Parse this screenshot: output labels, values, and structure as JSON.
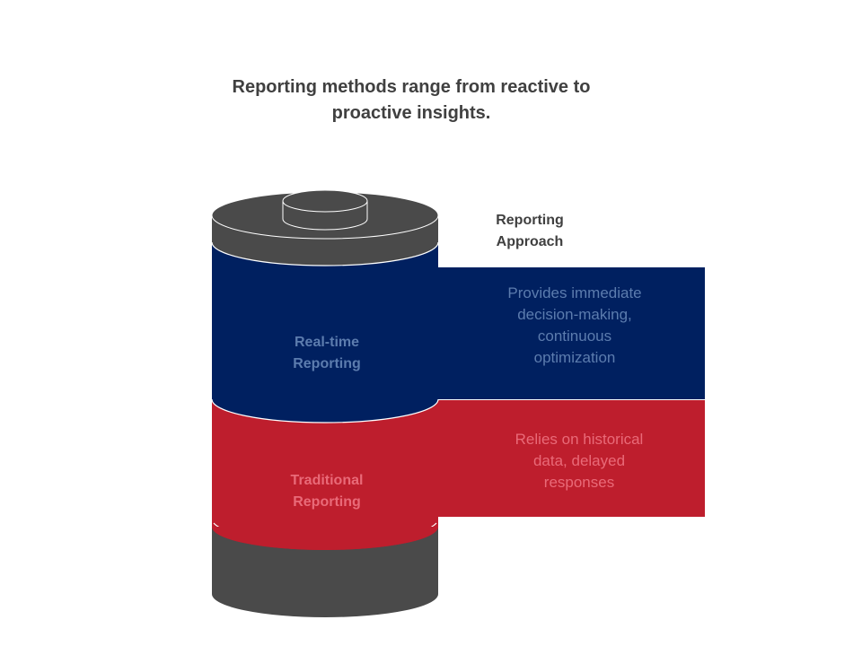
{
  "title": "Reporting methods range from reactive to proactive insights.",
  "legend_heading": "Reporting Approach",
  "colors": {
    "cap": "#4a4a4a",
    "realtime": "#002060",
    "traditional": "#be1e2d",
    "title_text": "#404040",
    "realtime_text": "#5c7cae",
    "traditional_text": "#e96a78",
    "outline": "#ffffff"
  },
  "segments": [
    {
      "label": "Real-time Reporting",
      "description": "Provides immediate decision-making, continuous optimization"
    },
    {
      "label": "Traditional Reporting",
      "description": "Relies on historical data, delayed responses"
    }
  ]
}
